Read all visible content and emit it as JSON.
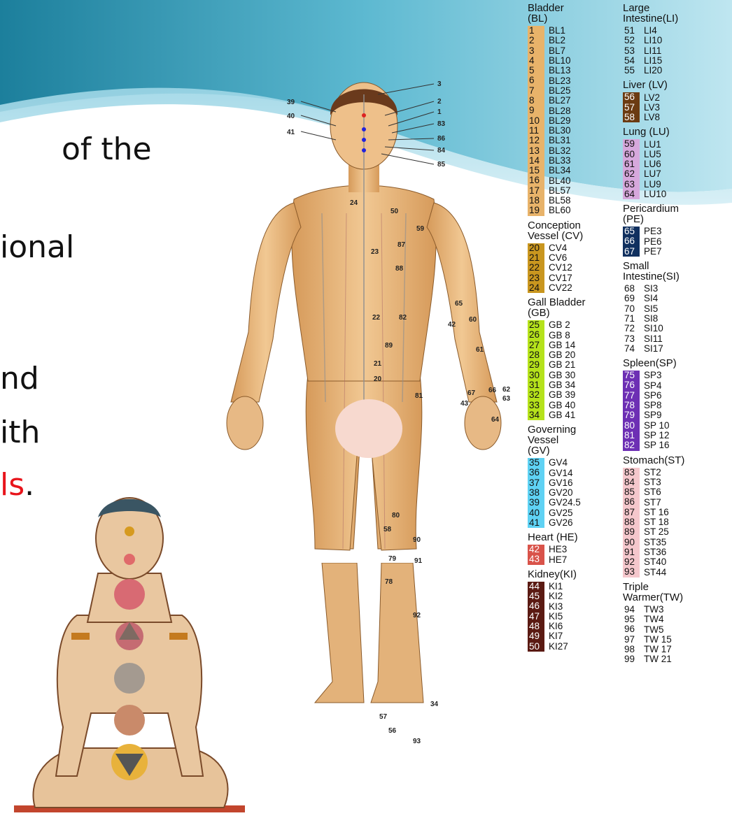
{
  "slide": {
    "lines": [
      {
        "text": "of the"
      },
      {
        "text": "ional"
      },
      {
        "text": "nd"
      },
      {
        "text": "ith"
      },
      {
        "text_plain": "",
        "text_accent": "ls",
        "text_after": "."
      }
    ]
  },
  "figure_labels": {
    "head": [
      "39",
      "40",
      "41",
      "3",
      "2",
      "1",
      "83",
      "86",
      "84",
      "85"
    ],
    "body": [
      "24",
      "50",
      "59",
      "87",
      "23",
      "88",
      "65",
      "42",
      "60",
      "22",
      "82",
      "89",
      "61",
      "21",
      "20",
      "81",
      "67",
      "43",
      "66",
      "62",
      "63",
      "64",
      "80",
      "58",
      "90",
      "79",
      "91",
      "78",
      "92",
      "34",
      "57",
      "56",
      "93"
    ]
  },
  "legend": {
    "left_column": [
      {
        "title": [
          "Bladder",
          "(BL)"
        ],
        "color": "#e8b36a",
        "text_color": "#111",
        "rows": [
          [
            "1",
            "BL1"
          ],
          [
            "2",
            "BL2"
          ],
          [
            "3",
            "BL7"
          ],
          [
            "4",
            "BL10"
          ],
          [
            "5",
            "BL13"
          ],
          [
            "6",
            "BL23"
          ],
          [
            "7",
            "BL25"
          ],
          [
            "8",
            "BL27"
          ],
          [
            "9",
            "BL28"
          ],
          [
            "10",
            "BL29"
          ],
          [
            "11",
            "BL30"
          ],
          [
            "12",
            "BL31"
          ],
          [
            "13",
            "BL32"
          ],
          [
            "14",
            "BL33"
          ],
          [
            "15",
            "BL34"
          ],
          [
            "16",
            "BL40"
          ],
          [
            "17",
            "BL57"
          ],
          [
            "18",
            "BL58"
          ],
          [
            "19",
            "BL60"
          ]
        ]
      },
      {
        "title": [
          "Conception",
          "Vessel (CV)"
        ],
        "color": "#c9961f",
        "text_color": "#111",
        "rows": [
          [
            "20",
            "CV4"
          ],
          [
            "21",
            "CV6"
          ],
          [
            "22",
            "CV12"
          ],
          [
            "23",
            "CV17"
          ],
          [
            "24",
            "CV22"
          ]
        ]
      },
      {
        "title": [
          "Gall Bladder",
          "(GB)"
        ],
        "color": "#b5e21b",
        "text_color": "#111",
        "rows": [
          [
            "25",
            "GB 2"
          ],
          [
            "26",
            "GB 8"
          ],
          [
            "27",
            "GB 14"
          ],
          [
            "28",
            "GB 20"
          ],
          [
            "29",
            "GB 21"
          ],
          [
            "30",
            "GB 30"
          ],
          [
            "31",
            "GB 34"
          ],
          [
            "32",
            "GB 39"
          ],
          [
            "33",
            "GB 40"
          ],
          [
            "34",
            "GB 41"
          ]
        ]
      },
      {
        "title": [
          "Governing",
          "Vessel",
          "(GV)"
        ],
        "color": "#5fd2f4",
        "text_color": "#111",
        "rows": [
          [
            "35",
            "GV4"
          ],
          [
            "36",
            "GV14"
          ],
          [
            "37",
            "GV16"
          ],
          [
            "38",
            "GV20"
          ],
          [
            "39",
            "GV24.5"
          ],
          [
            "40",
            "GV25"
          ],
          [
            "41",
            "GV26"
          ]
        ]
      },
      {
        "title": [
          "Heart (HE)"
        ],
        "color": "#d9534a",
        "text_color": "#fff",
        "rows": [
          [
            "42",
            "HE3"
          ],
          [
            "43",
            "HE7"
          ]
        ]
      },
      {
        "title": [
          "Kidney(KI)"
        ],
        "color": "#5a1a12",
        "text_color": "#fff",
        "rows": [
          [
            "44",
            "KI1"
          ],
          [
            "45",
            "KI2"
          ],
          [
            "46",
            "KI3"
          ],
          [
            "47",
            "KI5"
          ],
          [
            "48",
            "KI6"
          ],
          [
            "49",
            "KI7"
          ],
          [
            "50",
            "KI27"
          ]
        ]
      }
    ],
    "right_column": [
      {
        "title": [
          "Large",
          "Intestine(LI)"
        ],
        "color": "",
        "text_color": "#111",
        "rows": [
          [
            "51",
            "LI4"
          ],
          [
            "52",
            "LI10"
          ],
          [
            "53",
            "LI11"
          ],
          [
            "54",
            "LI15"
          ],
          [
            "55",
            "LI20"
          ]
        ]
      },
      {
        "title": [
          "Liver (LV)"
        ],
        "color": "#6b3b12",
        "text_color": "#fff",
        "rows": [
          [
            "56",
            "LV2"
          ],
          [
            "57",
            "LV3"
          ],
          [
            "58",
            "LV8"
          ]
        ]
      },
      {
        "title": [
          "Lung (LU)"
        ],
        "color": "#d6a8dc",
        "text_color": "#111",
        "rows": [
          [
            "59",
            "LU1"
          ],
          [
            "60",
            "LU5"
          ],
          [
            "61",
            "LU6"
          ],
          [
            "62",
            "LU7"
          ],
          [
            "63",
            "LU9"
          ],
          [
            "64",
            "LU10"
          ]
        ]
      },
      {
        "title": [
          "Pericardium",
          "(PE)"
        ],
        "color": "#10305f",
        "text_color": "#fff",
        "rows": [
          [
            "65",
            "PE3"
          ],
          [
            "66",
            "PE6"
          ],
          [
            "67",
            "PE7"
          ]
        ]
      },
      {
        "title": [
          "Small",
          "Intestine(SI)"
        ],
        "color": "",
        "text_color": "#111",
        "rows": [
          [
            "68",
            "SI3"
          ],
          [
            "69",
            "SI4"
          ],
          [
            "70",
            "SI5"
          ],
          [
            "71",
            "SI8"
          ],
          [
            "72",
            "SI10"
          ],
          [
            "73",
            "SI11"
          ],
          [
            "74",
            "SI17"
          ]
        ]
      },
      {
        "title": [
          "Spleen(SP)"
        ],
        "color": "#6d2fb4",
        "text_color": "#fff",
        "rows": [
          [
            "75",
            "SP3"
          ],
          [
            "76",
            "SP4"
          ],
          [
            "77",
            "SP6"
          ],
          [
            "78",
            "SP8"
          ],
          [
            "79",
            "SP9"
          ],
          [
            "80",
            "SP 10"
          ],
          [
            "81",
            "SP 12"
          ],
          [
            "82",
            "SP 16"
          ]
        ]
      },
      {
        "title": [
          "Stomach(ST)"
        ],
        "color": "#f5c7cc",
        "text_color": "#111",
        "rows": [
          [
            "83",
            "ST2"
          ],
          [
            "84",
            "ST3"
          ],
          [
            "85",
            "ST6"
          ],
          [
            "86",
            "ST7"
          ],
          [
            "87",
            "ST 16"
          ],
          [
            "88",
            "ST 18"
          ],
          [
            "89",
            "ST 25"
          ],
          [
            "90",
            "ST35"
          ],
          [
            "91",
            "ST36"
          ],
          [
            "92",
            "ST40"
          ],
          [
            "93",
            "ST44"
          ]
        ]
      },
      {
        "title": [
          "Triple",
          "Warmer(TW)"
        ],
        "color": "",
        "text_color": "#111",
        "rows": [
          [
            "94",
            "TW3"
          ],
          [
            "95",
            "TW4"
          ],
          [
            "96",
            "TW5"
          ],
          [
            "97",
            "TW 15"
          ],
          [
            "98",
            "TW 17"
          ],
          [
            "99",
            "TW 21"
          ]
        ]
      }
    ]
  },
  "colors": {
    "slide_teal": "#56b5cc",
    "skin": "#e4b57a",
    "accent_red": "#e8141b"
  }
}
